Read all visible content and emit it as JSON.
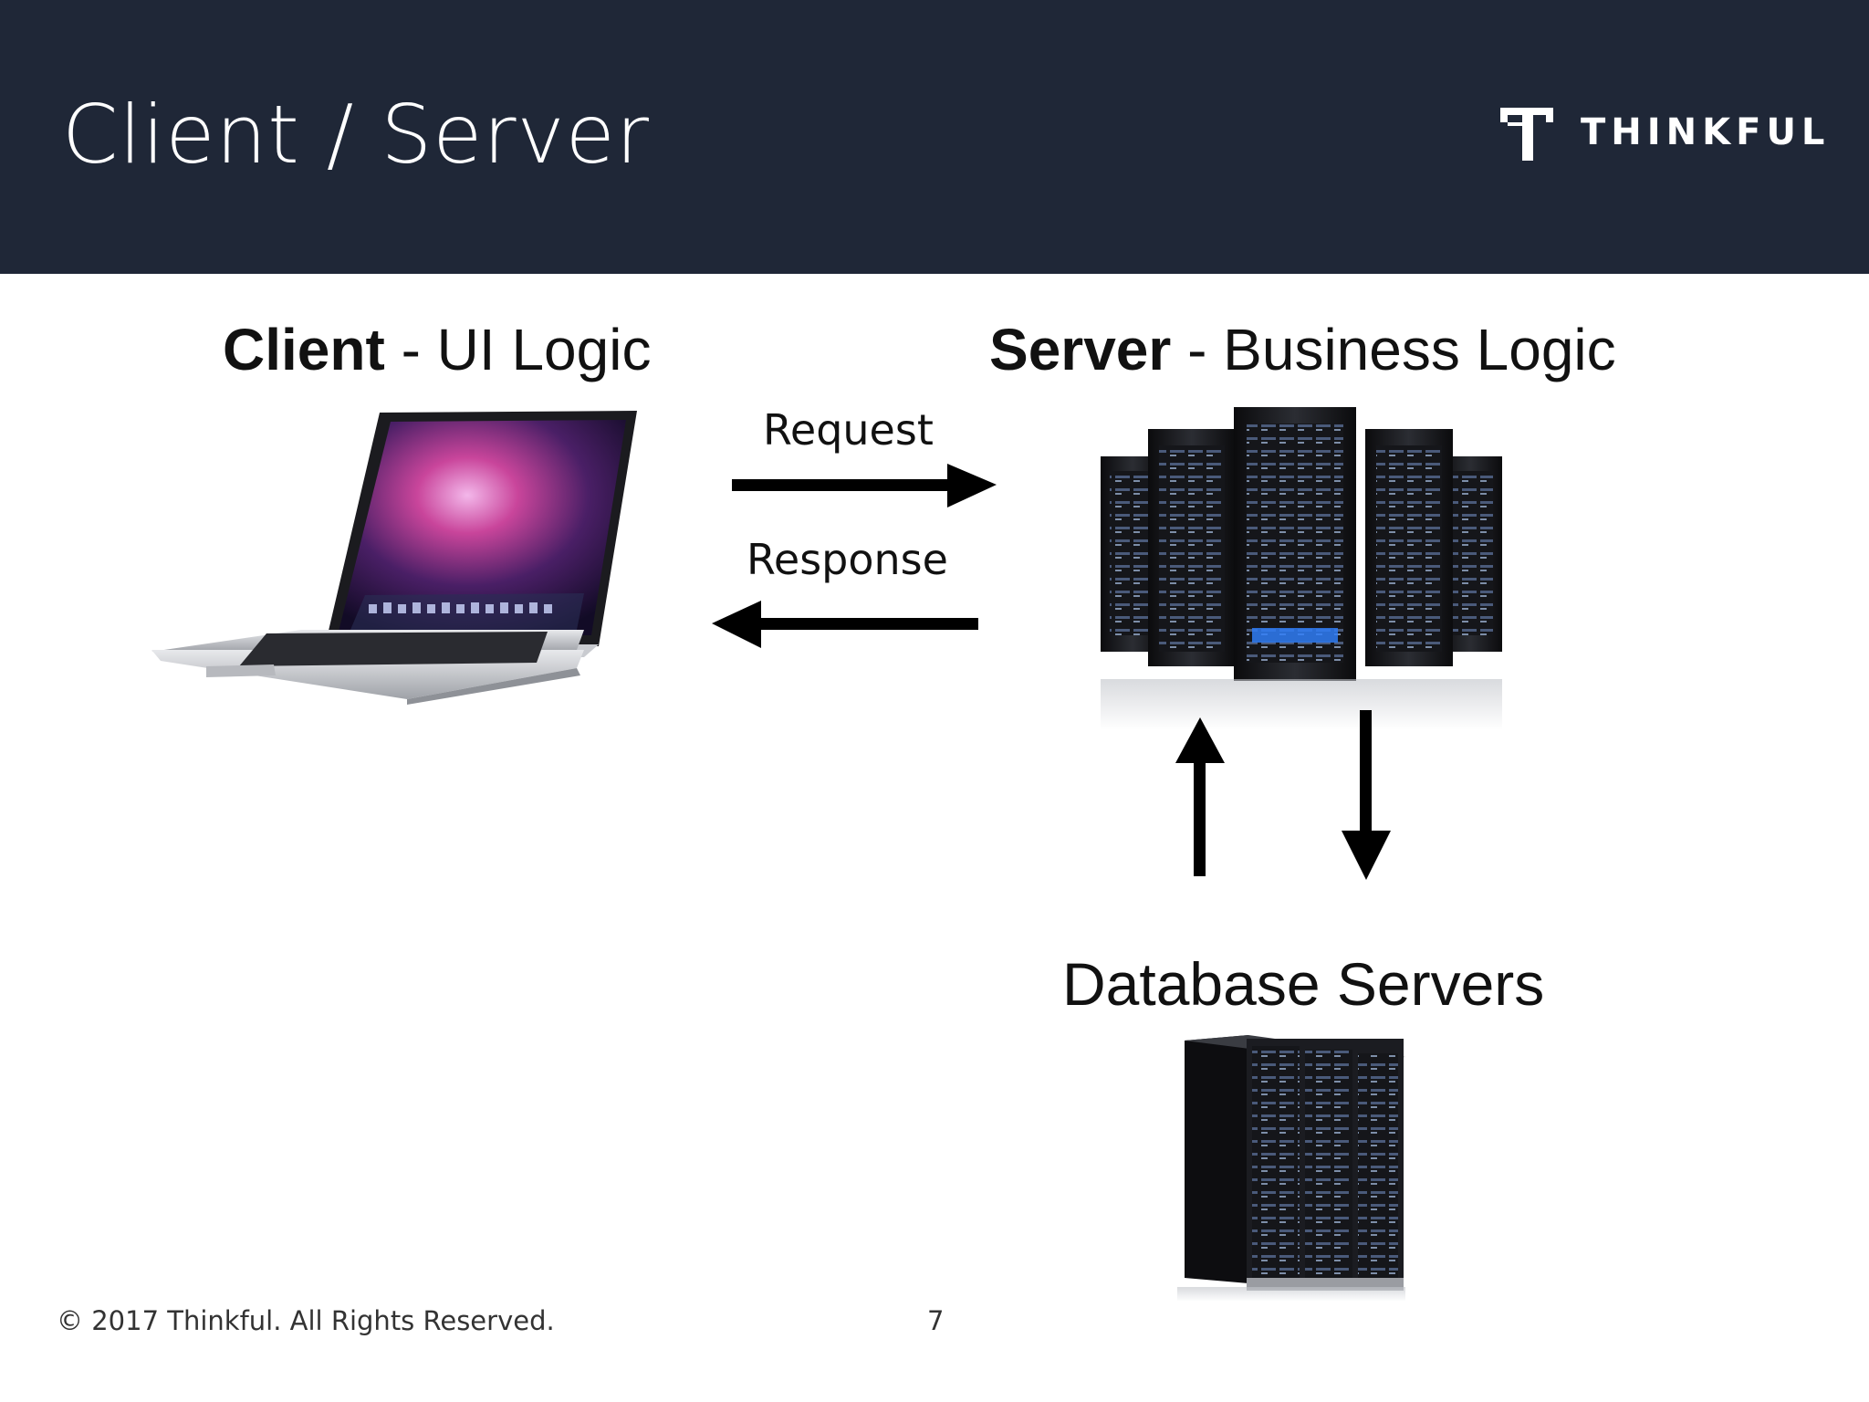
{
  "slide": {
    "title": "Client / Server",
    "logo_text": "THINKFUL",
    "footer": "© 2017 Thinkful. All Rights Reserved.",
    "page_number": "7"
  },
  "client": {
    "strong": "Client",
    "rest": " - UI Logic"
  },
  "server": {
    "strong": "Server",
    "rest": " - Business Logic"
  },
  "database": {
    "label": "Database Servers"
  },
  "arrows": {
    "request": "Request",
    "response": "Response"
  },
  "colors": {
    "header_bg": "#1f2737",
    "text": "#111111",
    "arrow": "#000000"
  },
  "icons": {
    "logo": "thinkful-logo-icon",
    "client": "laptop-icon",
    "server": "server-racks-icon",
    "database": "database-server-cabinet-icon"
  }
}
